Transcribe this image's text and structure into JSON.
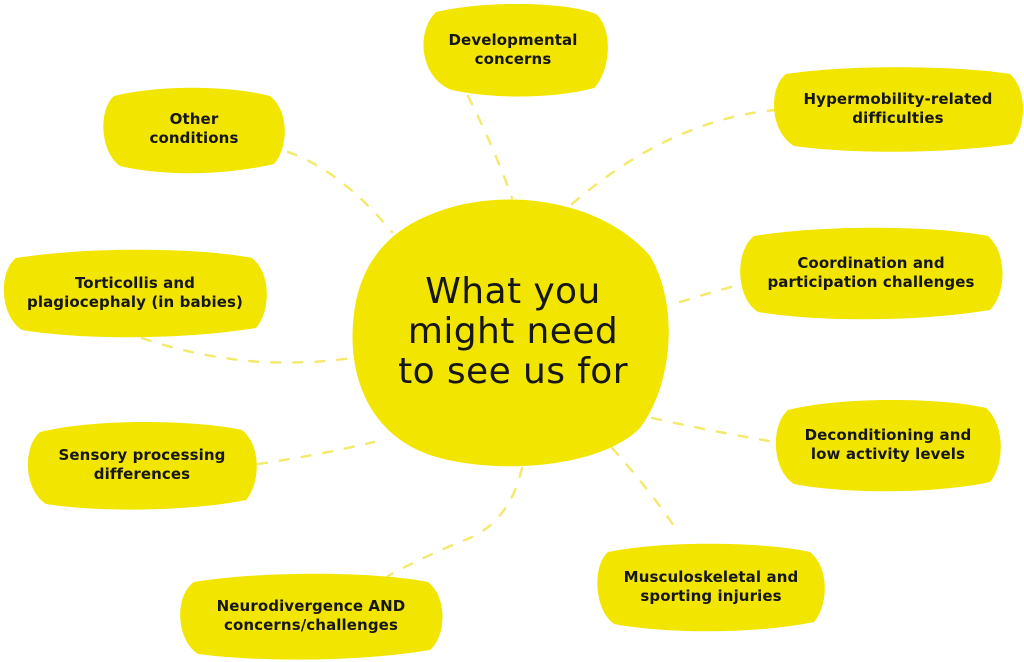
{
  "title": {
    "lines": [
      "What you",
      "might need",
      "to see us for"
    ]
  },
  "colors": {
    "blob": "#f2e500",
    "connector": "#f3e96a",
    "text": "#161616",
    "background": "#ffffff"
  },
  "topics": [
    {
      "lines": [
        "Developmental",
        "concerns"
      ]
    },
    {
      "lines": [
        "Hypermobility-related",
        "difficulties"
      ]
    },
    {
      "lines": [
        "Coordination and",
        "participation challenges"
      ]
    },
    {
      "lines": [
        "Deconditioning and",
        "low activity levels"
      ]
    },
    {
      "lines": [
        "Musculoskeletal and",
        "sporting injuries"
      ]
    },
    {
      "lines": [
        "Neurodivergence AND",
        "concerns/challenges"
      ]
    },
    {
      "lines": [
        "Sensory processing",
        "differences"
      ]
    },
    {
      "lines": [
        "Torticollis and",
        "plagiocephaly (in babies)"
      ]
    },
    {
      "lines": [
        "Other",
        "conditions"
      ]
    }
  ]
}
